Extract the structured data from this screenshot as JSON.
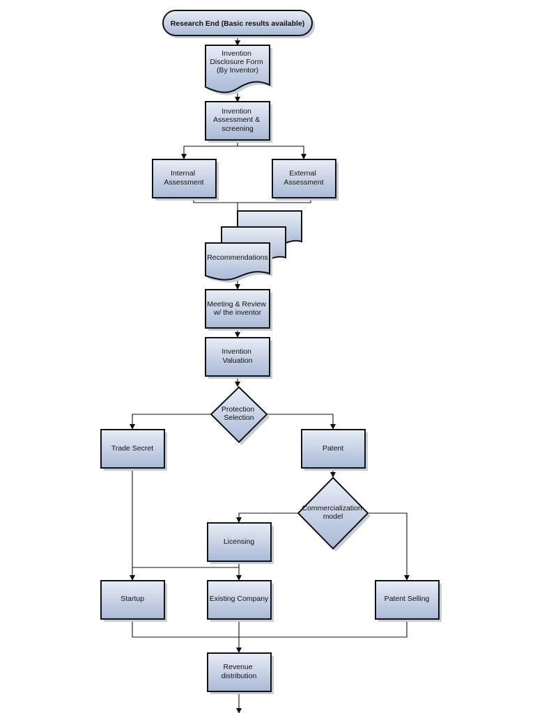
{
  "flowchart": {
    "nodes": {
      "research_end": "Research End (Basic results available)",
      "disclosure": [
        "Invention",
        "Disclosure Form",
        "(By Inventor)"
      ],
      "assessment": [
        "Invention",
        "Assessment &",
        "screening"
      ],
      "internal": [
        "Internal",
        "Assessment"
      ],
      "external": [
        "External",
        "Assessment"
      ],
      "recommendations": "Recommendations",
      "meeting": [
        "Meeting & Review",
        "w/ the inventor"
      ],
      "valuation": [
        "Invention",
        "Valuation"
      ],
      "protection": [
        "Protection",
        "Selection"
      ],
      "trade_secret": "Trade Secret",
      "patent": "Patent",
      "commercialization": [
        "Commercialization",
        "model"
      ],
      "licensing": "Licensing",
      "startup": "Startup",
      "existing_company": "Existing Company",
      "patent_selling": "Patent Selling",
      "revenue": [
        "Revenue",
        "distribution"
      ]
    }
  },
  "colors": {
    "fill_top": "#e8edf6",
    "fill_bottom": "#a9b9d6",
    "stroke": "#111111",
    "shadow": "#c7cdd8"
  }
}
